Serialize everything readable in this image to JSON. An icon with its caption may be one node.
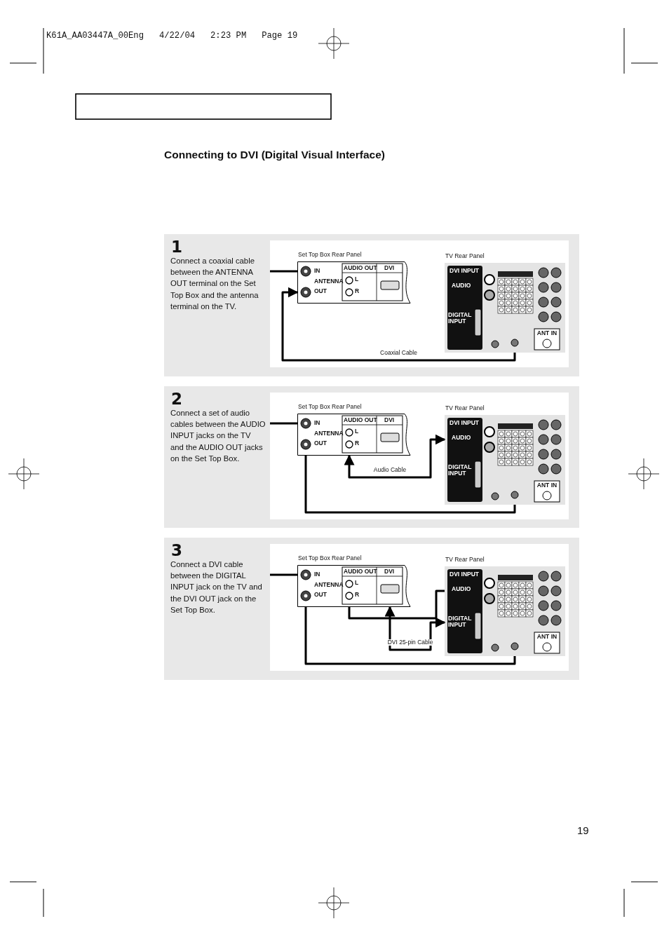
{
  "diagram": {
    "title": "Connecting to DVI (Digital Visual Interface)",
    "nodes": [
      {
        "text": [
          "1",
          "Connect a coaxial cable between the ANTENNA OUT terminal on the Set Top Box and the antenna terminal on the TV."
        ]
      },
      {
        "text": [
          "Set Top Box Rear Panel"
        ],
        "in": 0
      },
      {
        "text": [
          "TV Rear Panel"
        ],
        "in": 0
      },
      {
        "text": [
          "2",
          "Connect a set of audio cables between the AUDIO INPUT jacks on the TV and the AUDIO OUT jacks on the Set Top Box."
        ]
      },
      {
        "text": [
          "Set Top Box Rear Panel"
        ],
        "in": 3
      },
      {
        "text": [
          "TV Rear Panel"
        ],
        "in": 3
      },
      {
        "text": [
          "3",
          "Connect a DVI cable between the DIGITAL INPUT jack on the TV and the DVI OUT jack on the Set Top Box."
        ]
      },
      {
        "text": [
          "Set Top Box Rear Panel"
        ],
        "in": 6
      },
      {
        "text": [
          "TV Rear Panel"
        ],
        "in": 6
      }
    ],
    "edges": [
      {
        "from": null,
        "to": 1,
        "arrow": "none"
      },
      {
        "from": 2,
        "to": 1,
        "arrow": "to",
        "label": "Coaxial Cable"
      },
      {
        "from": null,
        "to": 4,
        "arrow": "none"
      },
      {
        "from": 5,
        "to": 4,
        "arrow": "both",
        "label": "Audio Cable"
      },
      {
        "from": 4,
        "to": 5,
        "arrow": "none"
      },
      {
        "from": null,
        "to": 7,
        "arrow": "none"
      },
      {
        "from": 8,
        "to": 7,
        "arrow": "both",
        "label": "DVI 25-pin Cable"
      },
      {
        "from": 7,
        "to": 8,
        "arrow": "none"
      },
      {
        "from": 7,
        "to": 8,
        "arrow": "none"
      }
    ],
    "labels": [
      "K61A_AA03447A_00Eng   4/22/04   2:23 PM   Page 19",
      "IN",
      "ANTENNA",
      "OUT",
      "AUDIO OUT",
      "L",
      "R",
      "DVI",
      "DVI INPUT",
      "AUDIO",
      "DIGITAL INPUT",
      "ANT IN",
      "IN",
      "ANTENNA",
      "OUT",
      "AUDIO OUT",
      "L",
      "R",
      "DVI",
      "DVI INPUT",
      "AUDIO",
      "DIGITAL INPUT",
      "ANT IN",
      "IN",
      "ANTENNA",
      "OUT",
      "AUDIO OUT",
      "L",
      "R",
      "DVI",
      "DVI INPUT",
      "AUDIO",
      "DIGITAL INPUT",
      "ANT IN",
      "19"
    ]
  }
}
